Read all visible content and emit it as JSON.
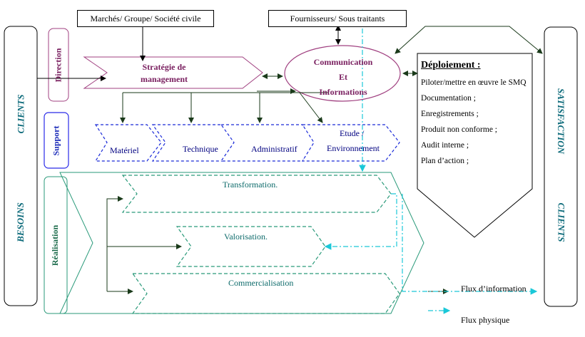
{
  "top_boxes": {
    "markets": "Marchés/ Groupe/ Société civile",
    "suppliers": "Fournisseurs/ Sous traitants"
  },
  "sides": {
    "left_top": "CLIENTS",
    "left_bottom": "BESOINS",
    "right_top": "SATISFACTION",
    "right_bottom": "CLIENTS"
  },
  "processes": {
    "direction": "Direction",
    "support": "Support",
    "realisation": "Réalisation"
  },
  "strategy": {
    "line1": "Stratégie de",
    "line2": "management"
  },
  "communication": {
    "line1": "Communication",
    "line2": "Et",
    "line3": "Informations"
  },
  "support_items": [
    "Matériel",
    "Technique",
    "Administratif",
    "Etude /",
    "Environnement"
  ],
  "realisation_items": [
    "Transformation.",
    "Valorisation.",
    "Commercialisation"
  ],
  "deployment": {
    "title": "Déploiement :",
    "items": [
      "Piloter/mettre en œuvre le SMQ",
      "Documentation ;",
      "Enregistrements ;",
      "Produit non conforme ;",
      "Audit interne ;",
      "Plan d’action ;"
    ]
  },
  "legend": {
    "info": "Flux d’information",
    "physical": "Flux physique"
  },
  "colors": {
    "direction": "#7a2060",
    "support": "#1a2ad8",
    "realisation": "#2a9a7a",
    "physical_flow": "#1ac8d8",
    "info_flow": "#1a4a1a"
  }
}
